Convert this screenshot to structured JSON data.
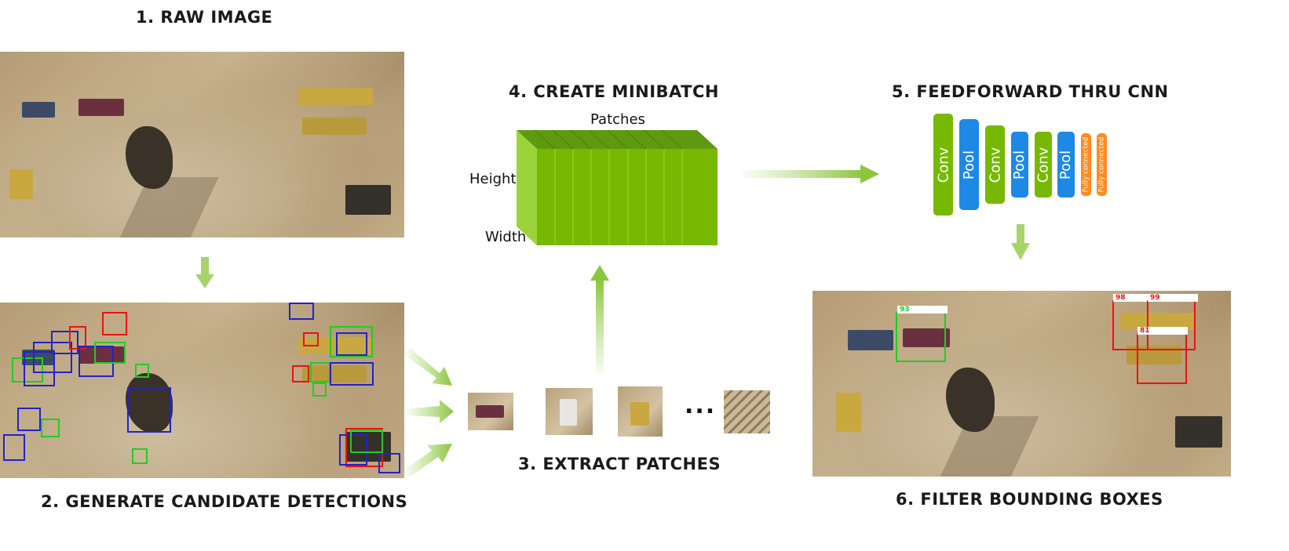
{
  "steps": {
    "raw_image": "1. RAW IMAGE",
    "candidates": "2. GENERATE CANDIDATE DETECTIONS",
    "extract": "3. EXTRACT PATCHES",
    "minibatch": "4. CREATE MINIBATCH",
    "feedforward": "5. FEEDFORWARD THRU CNN",
    "filter": "6. FILTER BOUNDING BOXES"
  },
  "minibatch": {
    "top_label": "Patches",
    "left_label": "Height",
    "bottom_label": "Width"
  },
  "patches": {
    "ellipsis": "..."
  },
  "cnn_layers": [
    {
      "label": "Conv",
      "type": "conv"
    },
    {
      "label": "Pool",
      "type": "pool"
    },
    {
      "label": "Conv",
      "type": "conv"
    },
    {
      "label": "Pool",
      "type": "pool"
    },
    {
      "label": "Conv",
      "type": "conv"
    },
    {
      "label": "Pool",
      "type": "pool"
    },
    {
      "label": "Fully connected",
      "type": "fc"
    },
    {
      "label": "Fully connected",
      "type": "fc"
    }
  ],
  "detections": [
    {
      "score": "93",
      "color": "#22cc22"
    },
    {
      "score": "98",
      "color": "#ee1111"
    },
    {
      "score": "99",
      "color": "#ee1111"
    },
    {
      "score": "81",
      "color": "#ee1111"
    }
  ],
  "colors": {
    "green": "#76b900",
    "blue": "#1e88e5",
    "orange": "#ff8a1e",
    "arrow": "#a6d46b",
    "box_green": "#22cc22",
    "box_blue": "#2222cc",
    "box_red": "#ee1111"
  }
}
